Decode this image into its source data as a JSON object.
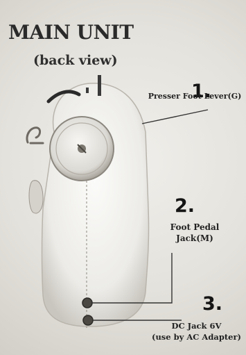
{
  "title": "MAIN UNIT",
  "subtitle": "(back view)",
  "callouts": [
    {
      "number": "1.",
      "label": "Presser Foot Lever(G)"
    },
    {
      "number": "2.",
      "label_line1": "Foot Pedal",
      "label_line2": "Jack(M)"
    },
    {
      "number": "3.",
      "label_line1": "DC Jack 6V",
      "label_line2": "(use by AC Adapter)"
    }
  ],
  "colors": {
    "paper": "#e6e4df",
    "device_body": "#f2f1ee",
    "device_shadow": "#c9c6bf",
    "ink": "#1d1d1d"
  }
}
